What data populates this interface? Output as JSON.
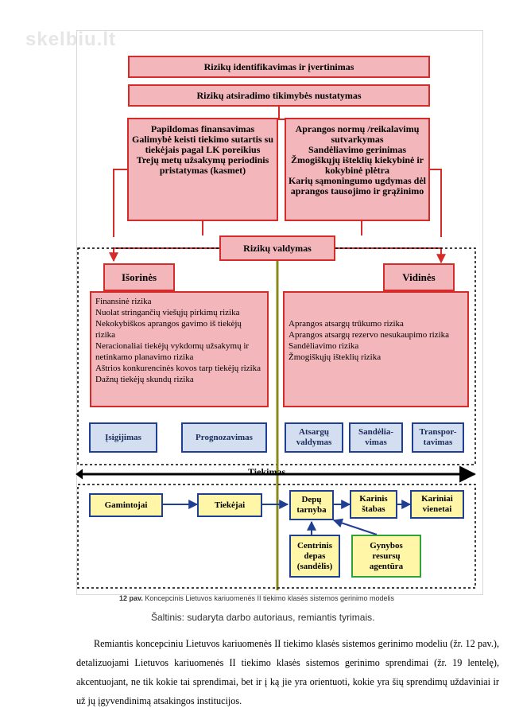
{
  "watermark": "skelbiu.lt",
  "top_boxes": {
    "identification": "Rizikų identifikavimas ir įvertinimas",
    "probability": "Rizikų atsiradimo tikimybės nustatymas"
  },
  "left_measures": "Papildomas finansavimas\nGalimybė keisti tiekimo sutartis su tiekėjais pagal LK poreikius\nTrejų metų užsakymų periodinis pristatymas (kasmet)",
  "right_measures": "Aprangos normų /reikalavimų sutvarkymas\nSandėliavimo gerinimas\nŽmogiškųjų išteklių kiekybinė ir kokybinė plėtra\nKarių sąmoningumo ugdymas dėl aprangos tausojimo ir grąžinimo",
  "risk_management": "Rizikų valdymas",
  "external": {
    "title": "Išorinės",
    "items": [
      "Finansinė rizika",
      "Nuolat stringančių viešųjų pirkimų rizika",
      "Nekokybiškos aprangos gavimo iš tiekėjų rizika",
      "Neracionaliai tiekėjų vykdomų užsakymų ir netinkamo planavimo rizika",
      "Aštrios konkurencinės kovos tarp tiekėjų rizika",
      "Dažnų tiekėjų skundų rizika"
    ]
  },
  "internal": {
    "title": "Vidinės",
    "items": [
      "Aprangos atsargų trūkumo rizika",
      "Aprangos atsargų rezervo nesukaupimo rizika",
      "Sandėliavimo rizika",
      "Žmogiškųjų išteklių rizika"
    ]
  },
  "processes": {
    "acquisition": "Įsigijimas",
    "forecasting": "Prognozavimas",
    "inventory": "Atsargų\nvaldymas",
    "warehousing": "Sandėlia-\nvimas",
    "transport": "Transpor-\ntavimas"
  },
  "supply_label": "Tiekimas",
  "chain": {
    "producers": "Gamintojai",
    "suppliers": "Tiekėjai",
    "depot_service": "Depų\ntarnyba",
    "military_staff": "Karinis\nštabas",
    "military_units": "Kariniai\nvienetai",
    "central_depot": "Centrinis\ndepas\n(sandėlis)",
    "defense_agency": "Gynybos\nresursų\nagentūra"
  },
  "caption": {
    "number": "12 pav.",
    "text": "Koncepcinis Lietuvos kariuomenės II tiekimo klasės sistemos gerinimo modelis"
  },
  "source": "Šaltinis: sudaryta darbo autoriaus, remiantis tyrimais.",
  "paragraph": "Remiantis koncepciniu Lietuvos kariuomenės II tiekimo klasės sistemos gerinimo modeliu (žr. 12 pav.), detalizuojami Lietuvos kariuomenės II tiekimo klasės sistemos gerinimo sprendimai (žr. 19 lentelę), akcentuojant, ne tik kokie tai sprendimai, bet ir į ką jie yra orientuoti, kokie yra šių sprendimų uždaviniai ir už jų įgyvendinimą atsakingos institucijos."
}
